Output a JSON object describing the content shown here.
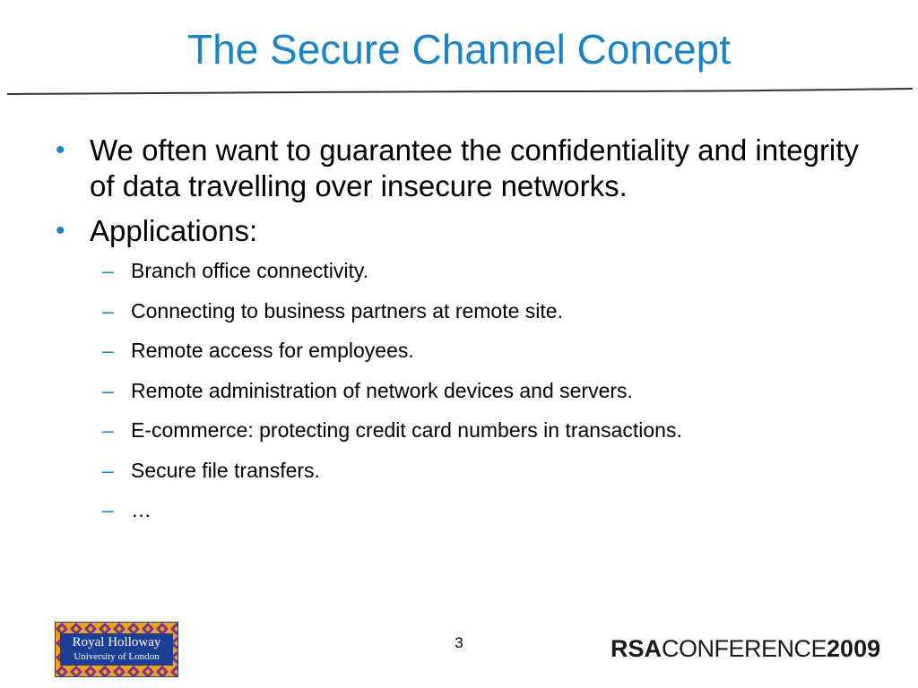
{
  "slide": {
    "title": "The Secure Channel Concept",
    "page_number": "3",
    "accent_color": "#1a85c6",
    "bullets": [
      {
        "text": "We often want to guarantee the confidentiality and integrity of data travelling over insecure networks.",
        "sub_items": []
      },
      {
        "text": "Applications:",
        "sub_items": [
          "Branch office connectivity.",
          "Connecting to business partners at remote site.",
          "Remote access for employees.",
          "Remote administration of network devices and servers.",
          "E-commerce: protecting credit card numbers in transactions.",
          "Secure file transfers.",
          "…"
        ]
      }
    ],
    "bullet_glyph": "•",
    "dash_glyph": "–"
  },
  "footer": {
    "left_logo": {
      "line1": "Royal Holloway",
      "line2": "University of London",
      "background_color": "#1b3f94",
      "pattern_colors": [
        "#f0a21a",
        "#7a2f8f"
      ]
    },
    "right_logo": {
      "mark": "RSA",
      "word": "CONFERENCE",
      "year": "2009"
    }
  }
}
